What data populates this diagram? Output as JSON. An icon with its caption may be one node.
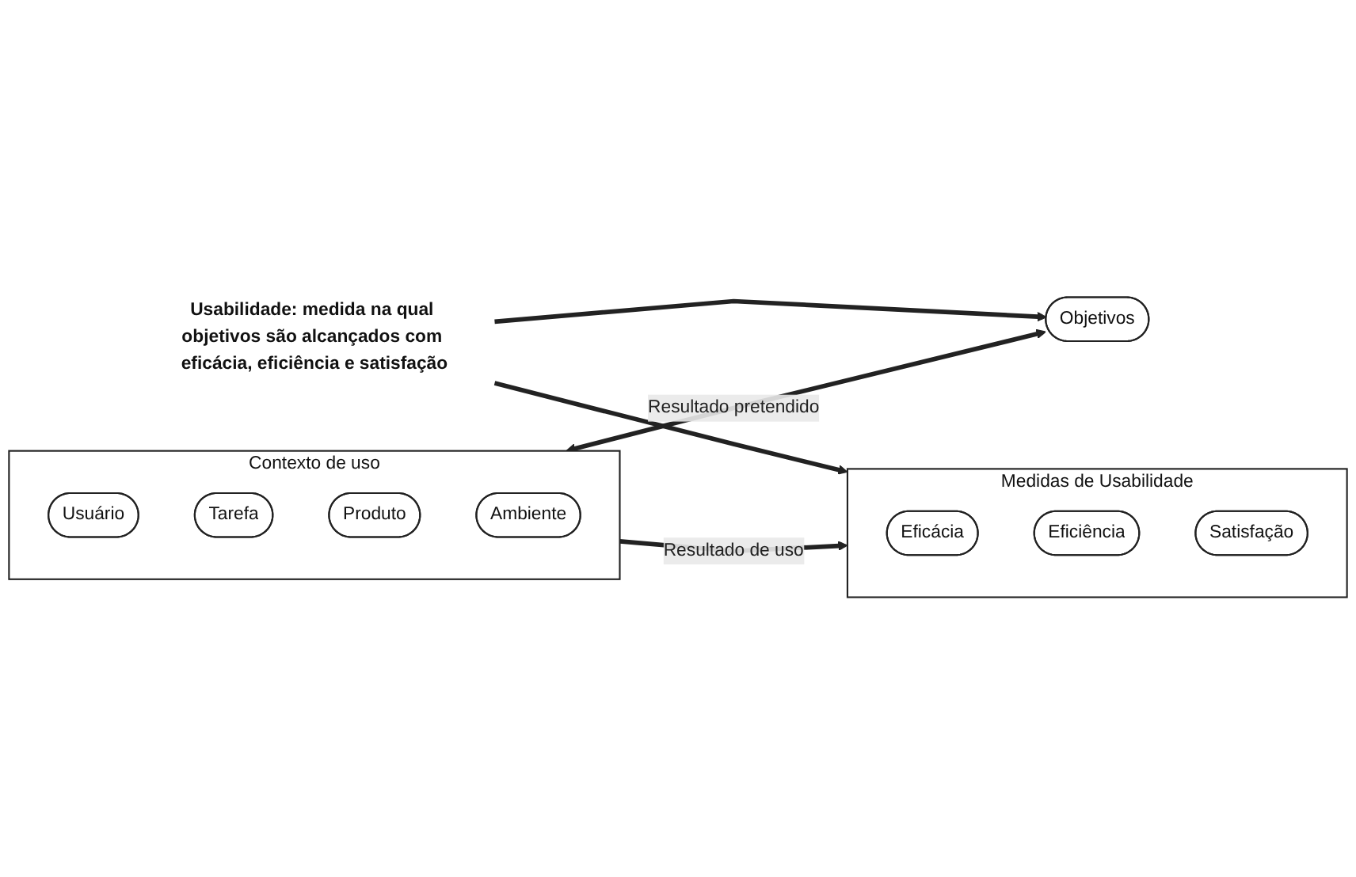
{
  "diagram": {
    "nodes": [
      {
        "text": [
          "Contexto de uso"
        ]
      },
      {
        "text": [
          "Usuário"
        ],
        "in": 0
      },
      {
        "text": [
          "Tarefa"
        ],
        "in": 0
      },
      {
        "text": [
          "Produto"
        ],
        "in": 0
      },
      {
        "text": [
          "Ambiente"
        ],
        "in": 0
      },
      {
        "text": [
          "Objetivos"
        ]
      },
      {
        "text": [
          "Medidas de Usabilidade"
        ]
      },
      {
        "text": [
          "Eficácia"
        ],
        "in": 6
      },
      {
        "text": [
          "Eficiência"
        ],
        "in": 6
      },
      {
        "text": [
          "Satisfação"
        ],
        "in": 6
      },
      {
        "text": [
          "Usabilidade: medida na qual objetivos são alcançados com eficácia, eficiência e satisfação"
        ]
      }
    ],
    "edges": [
      {
        "from": 0,
        "to": 5,
        "arrow": "both",
        "label": "Resultado pretendido"
      },
      {
        "from": 10,
        "to": 5,
        "arrow": "to"
      },
      {
        "from": 10,
        "to": 6,
        "arrow": "to"
      },
      {
        "from": 0,
        "to": 6,
        "arrow": "to",
        "label": "Resultado de uso"
      }
    ]
  }
}
